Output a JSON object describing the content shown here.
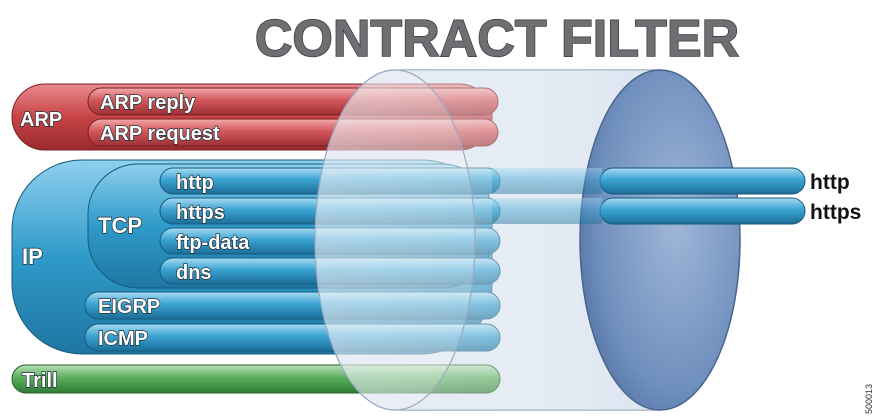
{
  "title": "CONTRACT FILTER",
  "groups": {
    "arp": "ARP",
    "ip": "IP",
    "tcp": "TCP"
  },
  "flows": {
    "arp_reply": "ARP reply",
    "arp_request": "ARP request",
    "http": "http",
    "https": "https",
    "ftp_data": "ftp-data",
    "dns": "dns",
    "eigrp": "EIGRP",
    "icmp": "ICMP",
    "trill": "Trill"
  },
  "permitted": {
    "http": "http",
    "https": "https"
  },
  "figure_id": "500013",
  "colors": {
    "arp": "#c9474a",
    "ip": "#2f9ac9",
    "trill": "#4fa254",
    "filter": "#5b7fb1",
    "title": "#6d6f72"
  }
}
